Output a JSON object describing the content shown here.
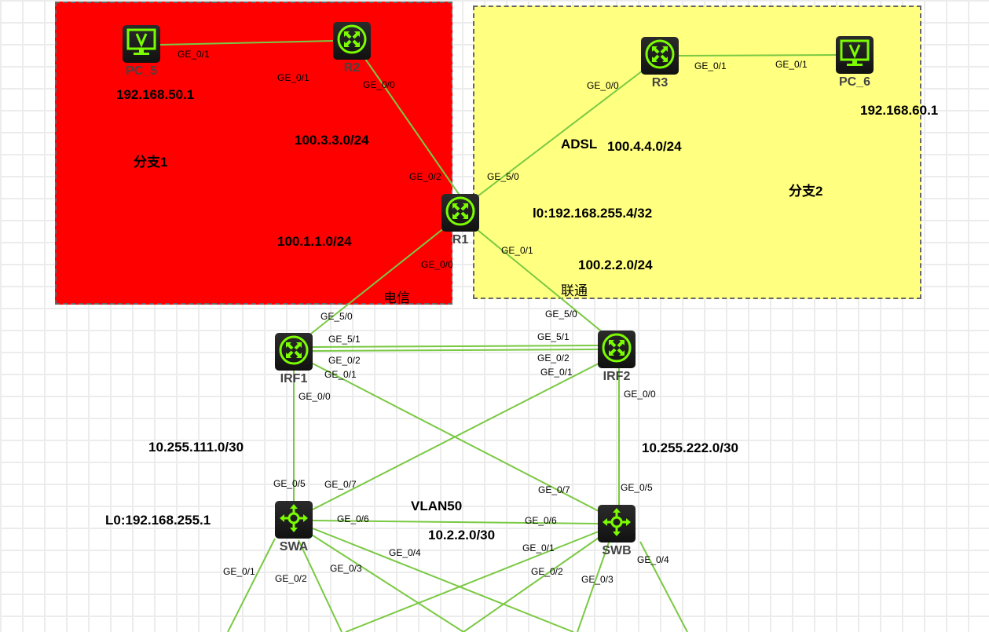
{
  "zones": {
    "branch1": "分支1",
    "branch2": "分支2"
  },
  "devices": {
    "pc5": "PC_5",
    "r2": "R2",
    "r1": "R1",
    "r3": "R3",
    "pc6": "PC_6",
    "irf1": "IRF1",
    "irf2": "IRF2",
    "swa": "SWA",
    "swb": "SWB"
  },
  "labels": {
    "pc5_ip": "192.168.50.1",
    "net_r2_r1": "100.3.3.0/24",
    "net_r1_irf1": "100.1.1.0/24",
    "telecom": "电信",
    "adsl": "ADSL",
    "net_r1_r3": "100.4.4.0/24",
    "pc6_ip": "192.168.60.1",
    "r1_loopback": "l0:192.168.255.4/32",
    "net_r1_irf2": "100.2.2.0/24",
    "unicom": "联通",
    "net_irf1_swa": "10.255.111.0/30",
    "net_irf2_swb": "10.255.222.0/30",
    "swa_loopback": "L0:192.168.255.1",
    "vlan": "VLAN50",
    "net_swa_swb": "10.2.2.0/30"
  },
  "ports": [
    "GE_0/1",
    "GE_0/1",
    "GE_0/0",
    "GE_0/2",
    "GE_0/0",
    "GE_5/0",
    "GE_0/1",
    "GE_0/0",
    "GE_0/1",
    "GE_0/1",
    "GE_5/0",
    "GE_5/0",
    "GE_5/1",
    "GE_0/2",
    "GE_0/1",
    "GE_0/0",
    "GE_5/1",
    "GE_0/2",
    "GE_0/1",
    "GE_0/0",
    "GE_0/5",
    "GE_0/7",
    "GE_0/6",
    "GE_0/4",
    "GE_0/3",
    "GE_0/2",
    "GE_0/1",
    "GE_0/7",
    "GE_0/5",
    "GE_0/6",
    "GE_0/1",
    "GE_0/2",
    "GE_0/3",
    "GE_0/4"
  ],
  "colors": {
    "link": "#7ac943",
    "branch1": "#ff0000",
    "branch2": "#ffff80",
    "icon": "#7cfc00"
  }
}
